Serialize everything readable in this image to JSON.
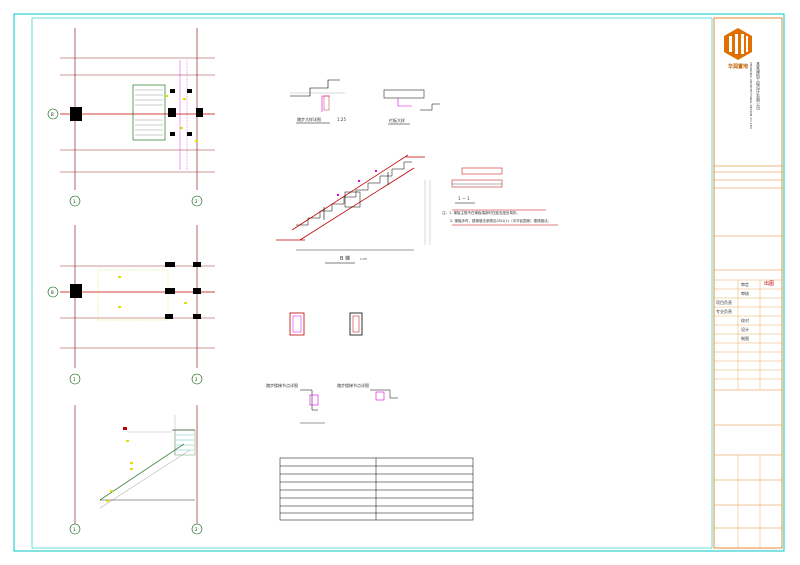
{
  "drawing": {
    "grid_labels": [
      "B",
      "1",
      "2",
      "B",
      "1",
      "2",
      "1",
      "2"
    ],
    "scale_note": "1:25",
    "section_label": "B 梯",
    "section_scale": "1:25",
    "cut_label": "1 — 1",
    "notes": [
      "注：1. 梯板主筋不在梯板端部时在距支座处弯折。",
      "2. 梯踏步时，楼梯做法参照见05J1(1)（中华民国家）楼梯做法。"
    ],
    "detail_titles": [
      "踏步大样详图",
      "栏板大样",
      "踏步楼梯节点详图",
      "踏步楼梯节点详图"
    ],
    "table_rows": 8
  },
  "title_block": {
    "company_lines": [
      "某某建筑工程设计有限公司",
      "SHANGHAI ARCHITECTURAL DESIGN CO.,LTD"
    ],
    "logo_caption": "华润置地",
    "fields": [
      {
        "label": "审定",
        "value": ""
      },
      {
        "label": "审核",
        "value": ""
      },
      {
        "label": "项目负责",
        "value": ""
      },
      {
        "label": "专业负责",
        "value": ""
      },
      {
        "label": "校对",
        "value": ""
      },
      {
        "label": "设计",
        "value": ""
      },
      {
        "label": "制图",
        "value": ""
      }
    ],
    "stamp_text": "出图"
  },
  "colors": {
    "border": "#00c8c8",
    "grid_red": "#c00000",
    "grid_green": "#006000",
    "dim_magenta": "#e000e0",
    "yellow": "#e0e000",
    "black": "#000000",
    "orange": "#e07000"
  }
}
